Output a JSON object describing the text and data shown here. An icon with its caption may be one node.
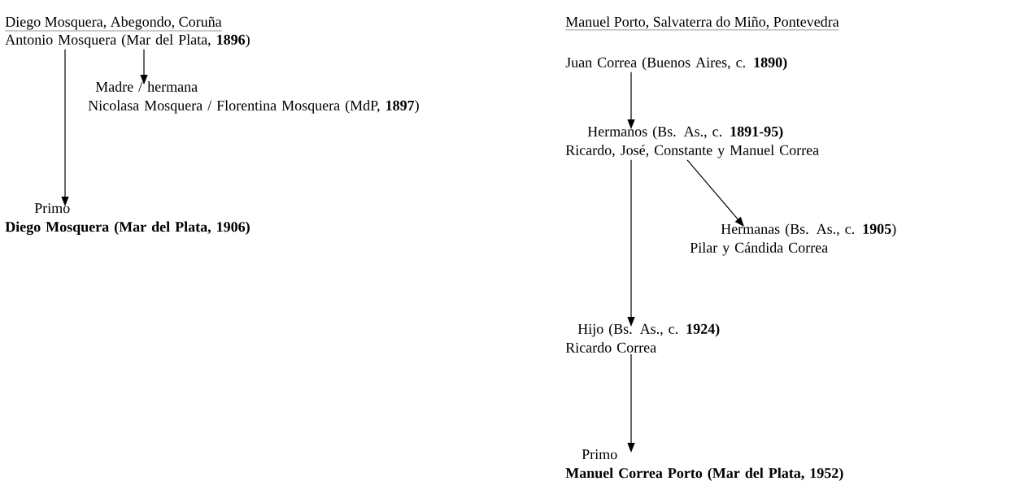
{
  "diagram": {
    "nodes": [
      {
        "text": [
          "Antonio Mosquera (Mar del Plata, **1896**)"
        ]
      },
      {
        "text": [
          "Madre / hermana",
          "Nicolasa Mosquera / Florentina Mosquera (MdP, **1897**)"
        ]
      },
      {
        "text": [
          "Primo",
          "Diego Mosquera (Mar del Plata, 1906)"
        ]
      },
      {
        "text": [
          "Juan Correa (Buenos Aires, c. **1890)**"
        ]
      },
      {
        "text": [
          "Hermanos (Bs. As., c. **1891-95)**",
          "Ricardo, José, Constante y Manuel Correa"
        ]
      },
      {
        "text": [
          "Hermanas (Bs. As., c. **1905**)",
          "Pilar y Cándida Correa"
        ]
      },
      {
        "text": [
          "Hijo (Bs. As., c. **1924)**",
          "Ricardo Correa"
        ]
      },
      {
        "text": [
          "Primo",
          "Manuel Correa Porto (Mar del Plata, 1952)"
        ]
      }
    ],
    "edges": [
      {
        "from": 0,
        "to": 1,
        "arrow": "to"
      },
      {
        "from": 0,
        "to": 2,
        "arrow": "to"
      },
      {
        "from": 3,
        "to": 4,
        "arrow": "to"
      },
      {
        "from": 4,
        "to": 5,
        "arrow": "to"
      },
      {
        "from": 4,
        "to": 6,
        "arrow": "to"
      },
      {
        "from": 6,
        "to": 7,
        "arrow": "to"
      }
    ],
    "labels": [
      "Diego Mosquera, Abegondo, Coruña",
      "Manuel Porto, Salvaterra do Miño, Pontevedra"
    ]
  }
}
